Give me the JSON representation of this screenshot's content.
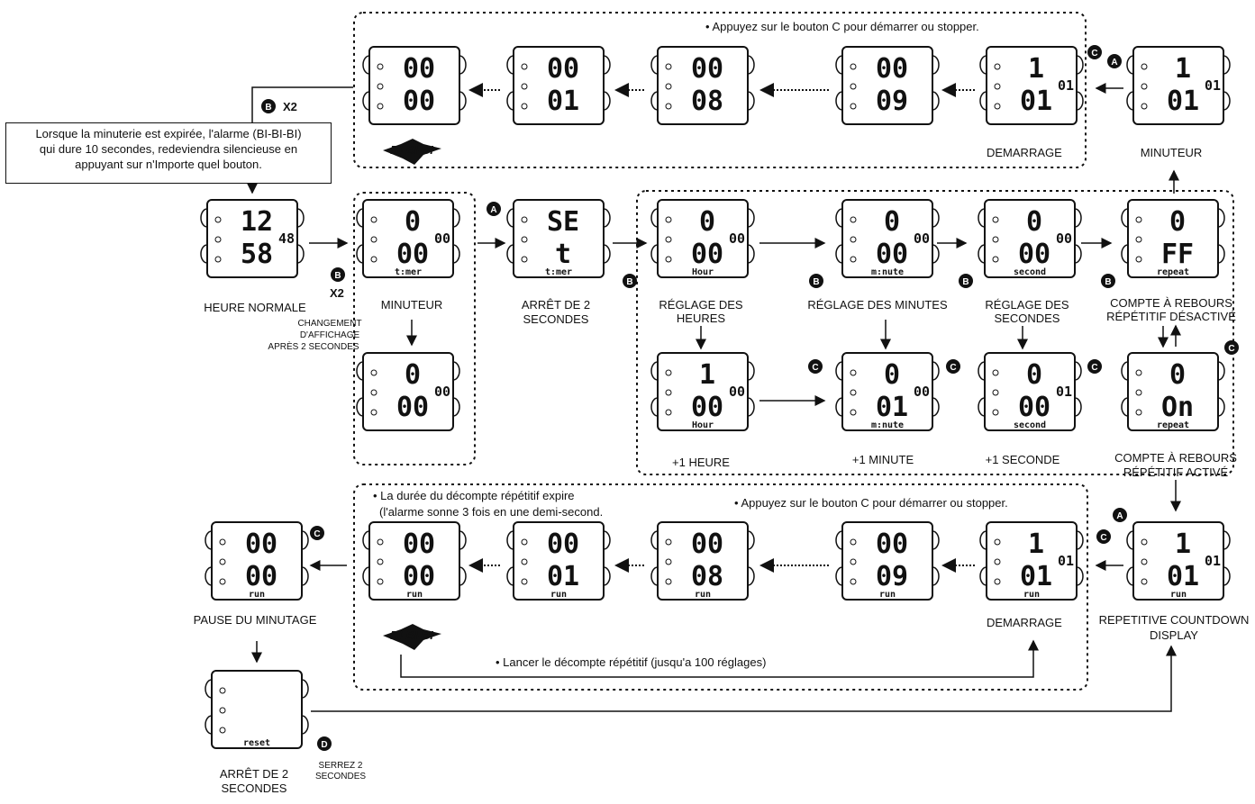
{
  "note": {
    "line1": "Lorsque la minuterie est expirée, l'alarme (BI-BI-BI)",
    "line2": "qui dure 10 secondes, redeviendra silencieuse en",
    "line3": "appuyant sur n'Importe quel bouton."
  },
  "labels": {
    "b_x2_top": "X2",
    "b_x2_side": "X2",
    "top_instruction": "• Appuyez sur le bouton C pour démarrer ou stopper.",
    "demarrage_top": "DEMARRAGE",
    "minuteur_top": "MINUTEUR",
    "heure_normale": "HEURE NORMALE",
    "minuteur_mid": "MINUTEUR",
    "changement_1": "CHANGEMENT",
    "changement_2": "D'AFFICHAGE",
    "changement_3": "APRÈS 2 SECONDES",
    "arret_1": "ARRÊT DE 2",
    "arret_2": "SECONDES",
    "reglage_heures_1": "RÉGLAGE DES",
    "reglage_heures_2": "HEURES",
    "reglage_minutes": "RÉGLAGE DES  MINUTES",
    "reglage_secondes_1": "RÉGLAGE DES",
    "reglage_secondes_2": "SECONDES",
    "compte_off_1": "COMPTE À REBOURS",
    "compte_off_2": "RÉPÉTITIF DÉSACTIVÉ",
    "plus_heure": "+1 HEURE",
    "plus_minute": "+1 MINUTE",
    "plus_seconde": "+1 SECONDE",
    "compte_on_1": "COMPTE À REBOURS",
    "compte_on_2": "RÉPÉTITIF ACTIVÉ",
    "bottom_note_1": "• La durée du décompte répétitif expire",
    "bottom_note_2": "(l'alarme sonne 3 fois en une demi-second.",
    "bottom_instruction": "• Appuyez sur le bouton C pour démarrer ou stopper.",
    "pause": "PAUSE DU MINUTAGE",
    "demarrage_bottom": "DEMARRAGE",
    "repetitive_1": "REPETITIVE COUNTDOWN",
    "repetitive_2": "DISPLAY",
    "lancer": "• Lancer le décompte répétitif (jusqu'a 100 réglages)",
    "arret_bottom_1": "ARRÊT DE 2",
    "arret_bottom_2": "SECONDES",
    "serrez_1": "SERREZ 2",
    "serrez_2": "SECONDES"
  },
  "buttons": {
    "a": "A",
    "b": "B",
    "c": "C",
    "d": "D"
  },
  "alarm_text": "BI-BI-BI",
  "lcd": {
    "r1_1": {
      "top": "00",
      "bot": "00"
    },
    "r1_2": {
      "top": "00",
      "bot": "01"
    },
    "r1_3": {
      "top": "00",
      "bot": "08"
    },
    "r1_4": {
      "top": "00",
      "bot": "09"
    },
    "r1_5": {
      "top": "1",
      "small": "01",
      "bot": "01"
    },
    "r1_6": {
      "top": "1",
      "small": "01",
      "bot": "01"
    },
    "r2_1": {
      "top": "12",
      "small": "48",
      "bot": "58"
    },
    "r2_2": {
      "top": "0",
      "small": "00",
      "bot": "00",
      "sub": "t:mer"
    },
    "r2_3": {
      "top": "SE",
      "bot": "t",
      "sub": "t:mer"
    },
    "r2_4": {
      "top": "0",
      "small": "00",
      "bot": "00",
      "sub": "Hour"
    },
    "r2_5": {
      "top": "0",
      "small": "00",
      "bot": "00",
      "sub": "m:nute"
    },
    "r2_6": {
      "top": "0",
      "small": "00",
      "bot": "00",
      "sub": "second"
    },
    "r2_7": {
      "top": "0",
      "bot": "FF",
      "sub": "repeat"
    },
    "r3_1": {
      "top": "0",
      "small": "00",
      "bot": "00"
    },
    "r3_2": {
      "top": "1",
      "small": "00",
      "bot": "00",
      "sub": "Hour"
    },
    "r3_3": {
      "top": "0",
      "small": "00",
      "bot": "01",
      "sub": "m:nute"
    },
    "r3_4": {
      "top": "0",
      "small": "01",
      "bot": "00",
      "sub": "second"
    },
    "r3_5": {
      "top": "0",
      "bot": "On",
      "sub": "repeat"
    },
    "r4_1": {
      "top": "00",
      "bot": "00",
      "sub": "run"
    },
    "r4_2": {
      "top": "00",
      "bot": "00",
      "sub": "run"
    },
    "r4_3": {
      "top": "00",
      "bot": "01",
      "sub": "run"
    },
    "r4_4": {
      "top": "00",
      "bot": "08",
      "sub": "run"
    },
    "r4_5": {
      "top": "00",
      "bot": "09",
      "sub": "run"
    },
    "r4_6": {
      "top": "1",
      "small": "01",
      "bot": "01",
      "sub": "run"
    },
    "r4_7": {
      "top": "1",
      "small": "01",
      "bot": "01",
      "sub": "run"
    },
    "r5_1": {
      "sub": "reset"
    }
  }
}
